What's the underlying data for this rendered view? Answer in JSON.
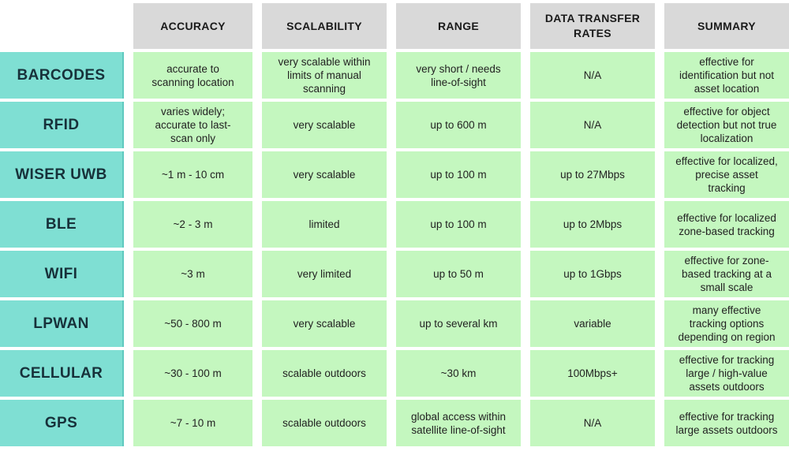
{
  "chart_data": {
    "type": "table",
    "columns": [
      "ACCURACY",
      "SCALABILITY",
      "RANGE",
      "DATA TRANSFER RATES",
      "SUMMARY"
    ],
    "rows": [
      {
        "label": "BARCODES",
        "cells": [
          "accurate to scanning location",
          "very scalable within limits of manual scanning",
          "very short / needs line-of-sight",
          "N/A",
          "effective for identification but not asset location"
        ]
      },
      {
        "label": "RFID",
        "cells": [
          "varies widely; accurate to last-scan only",
          "very scalable",
          "up to 600 m",
          "N/A",
          "effective for object detection but not true localization"
        ]
      },
      {
        "label": "WISER UWB",
        "cells": [
          "~1 m - 10 cm",
          "very scalable",
          "up to 100 m",
          "up to 27Mbps",
          "effective for localized, precise asset tracking"
        ]
      },
      {
        "label": "BLE",
        "cells": [
          "~2 - 3 m",
          "limited",
          "up to 100 m",
          "up to 2Mbps",
          "effective for localized zone-based tracking"
        ]
      },
      {
        "label": "WIFI",
        "cells": [
          "~3 m",
          "very limited",
          "up to 50 m",
          "up to 1Gbps",
          "effective for zone-based tracking at a small scale"
        ]
      },
      {
        "label": "LPWAN",
        "cells": [
          "~50 - 800 m",
          "very scalable",
          "up to several km",
          "variable",
          "many effective tracking options depending on region"
        ]
      },
      {
        "label": "CELLULAR",
        "cells": [
          "~30 - 100 m",
          "scalable outdoors",
          "~30 km",
          "100Mbps+",
          "effective for tracking large / high-value assets outdoors"
        ]
      },
      {
        "label": "GPS",
        "cells": [
          "~7 - 10 m",
          "scalable outdoors",
          "global access within satellite line-of-sight",
          "N/A",
          "effective for tracking large assets outdoors"
        ]
      }
    ]
  },
  "colors": {
    "header_bg": "#d9d9d9",
    "row_header_bg": "#7fdfd3",
    "cell_bg": "#c4f7bf"
  }
}
